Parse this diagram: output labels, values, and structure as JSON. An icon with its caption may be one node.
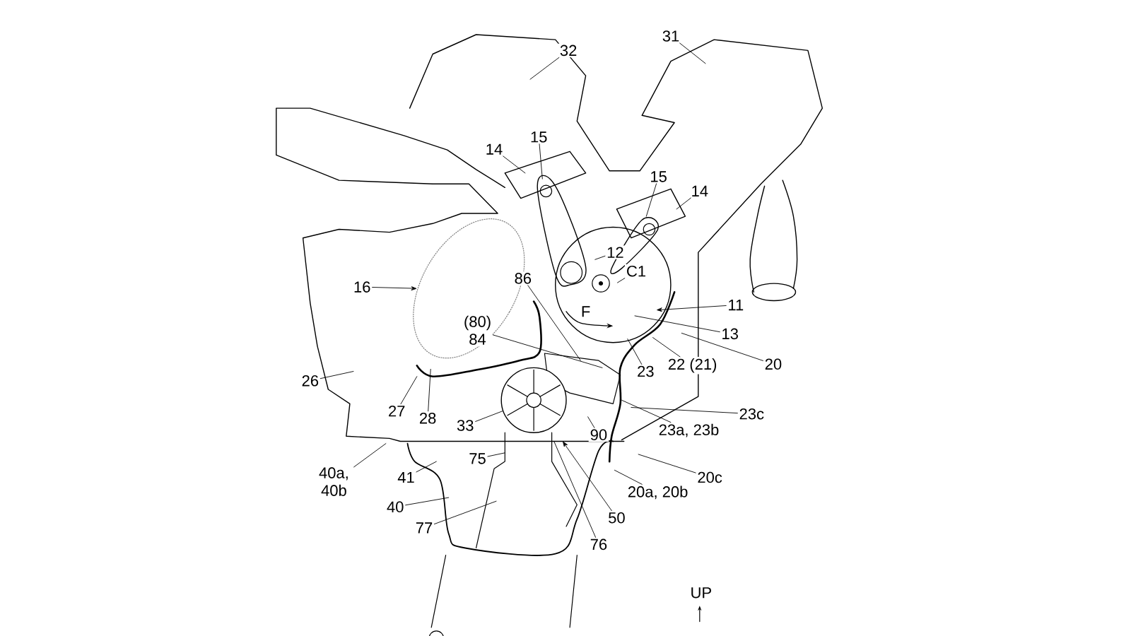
{
  "diagram": {
    "nodes": [
      {
        "text": [
          "32"
        ]
      },
      {
        "text": [
          "31"
        ]
      },
      {
        "text": [
          "15"
        ]
      },
      {
        "text": [
          "14"
        ]
      },
      {
        "text": [
          "15"
        ]
      },
      {
        "text": [
          "14"
        ]
      },
      {
        "text": [
          "12"
        ]
      },
      {
        "text": [
          "C1"
        ]
      },
      {
        "text": [
          "86"
        ]
      },
      {
        "text": [
          "16"
        ]
      },
      {
        "text": [
          "(80)",
          "84"
        ]
      },
      {
        "text": [
          "11"
        ]
      },
      {
        "text": [
          "13"
        ]
      },
      {
        "text": [
          "20"
        ]
      },
      {
        "text": [
          "26"
        ]
      },
      {
        "text": [
          "23"
        ]
      },
      {
        "text": [
          "22 (21)"
        ]
      },
      {
        "text": [
          "27"
        ]
      },
      {
        "text": [
          "28"
        ]
      },
      {
        "text": [
          "23c"
        ]
      },
      {
        "text": [
          "33"
        ]
      },
      {
        "text": [
          "90"
        ]
      },
      {
        "text": [
          "23a, 23b"
        ]
      },
      {
        "text": [
          "40a, 40b"
        ]
      },
      {
        "text": [
          "41"
        ]
      },
      {
        "text": [
          "75"
        ]
      },
      {
        "text": [
          "20c"
        ]
      },
      {
        "text": [
          "20a, 20b"
        ]
      },
      {
        "text": [
          "40"
        ]
      },
      {
        "text": [
          "50"
        ]
      },
      {
        "text": [
          "77"
        ]
      },
      {
        "text": [
          "76"
        ]
      }
    ],
    "edges": [
      {
        "from": 0,
        "to": null,
        "arrow": "none"
      },
      {
        "from": 1,
        "to": null,
        "arrow": "none"
      },
      {
        "from": 2,
        "to": null,
        "arrow": "none"
      },
      {
        "from": 3,
        "to": null,
        "arrow": "none"
      },
      {
        "from": 4,
        "to": null,
        "arrow": "none"
      },
      {
        "from": 5,
        "to": null,
        "arrow": "none"
      },
      {
        "from": 6,
        "to": null,
        "arrow": "none"
      },
      {
        "from": 7,
        "to": null,
        "arrow": "none"
      },
      {
        "from": 8,
        "to": null,
        "arrow": "none"
      },
      {
        "from": 9,
        "to": null,
        "arrow": "to"
      },
      {
        "from": 10,
        "to": null,
        "arrow": "none"
      },
      {
        "from": 11,
        "to": null,
        "arrow": "to"
      },
      {
        "from": 12,
        "to": null,
        "arrow": "none"
      },
      {
        "from": 13,
        "to": null,
        "arrow": "none"
      },
      {
        "from": 14,
        "to": null,
        "arrow": "none"
      },
      {
        "from": 15,
        "to": null,
        "arrow": "none"
      },
      {
        "from": 16,
        "to": null,
        "arrow": "none"
      },
      {
        "from": 17,
        "to": null,
        "arrow": "none"
      },
      {
        "from": 18,
        "to": null,
        "arrow": "none"
      },
      {
        "from": 19,
        "to": null,
        "arrow": "none"
      },
      {
        "from": 20,
        "to": null,
        "arrow": "none"
      },
      {
        "from": 21,
        "to": null,
        "arrow": "none"
      },
      {
        "from": 22,
        "to": null,
        "arrow": "none"
      },
      {
        "from": 23,
        "to": null,
        "arrow": "none"
      },
      {
        "from": 24,
        "to": null,
        "arrow": "none"
      },
      {
        "from": 25,
        "to": null,
        "arrow": "none"
      },
      {
        "from": 26,
        "to": null,
        "arrow": "none"
      },
      {
        "from": 27,
        "to": null,
        "arrow": "none"
      },
      {
        "from": 28,
        "to": null,
        "arrow": "none"
      },
      {
        "from": 29,
        "to": null,
        "arrow": "to"
      },
      {
        "from": 30,
        "to": null,
        "arrow": "none"
      },
      {
        "from": 31,
        "to": null,
        "arrow": "none"
      }
    ],
    "labels": [
      "F",
      "UP"
    ]
  }
}
